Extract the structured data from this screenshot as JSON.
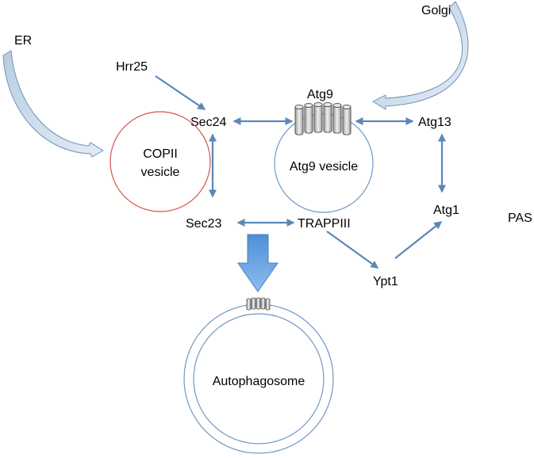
{
  "labels": {
    "er": "ER",
    "golgi": "Golgi",
    "hrr25": "Hrr25",
    "atg9": "Atg9",
    "sec24": "Sec24",
    "sec23": "Sec23",
    "copii_line1": "COPII",
    "copii_line2": "vesicle",
    "atg9_vesicle": "Atg9 vesicle",
    "atg13": "Atg13",
    "atg1": "Atg1",
    "pas": "PAS",
    "trappiii": "TRAPPIII",
    "ypt1": "Ypt1",
    "autophagosome": "Autophagosome"
  },
  "colors": {
    "arrow": "#5b87b8",
    "copii_membrane": "#d9534f",
    "vesicle_membrane": "#6f97c6",
    "big_arrow": "#5f9be0",
    "curved_arrow_fill": "#c6d7e8",
    "curved_arrow_stroke": "#6f93b8",
    "protein_fill": "#cfcfcf",
    "protein_stroke": "#555555"
  },
  "icons": {
    "atg9_complex": "transmembrane-protein-icon",
    "autophagosome_atg9": "transmembrane-protein-icon"
  }
}
